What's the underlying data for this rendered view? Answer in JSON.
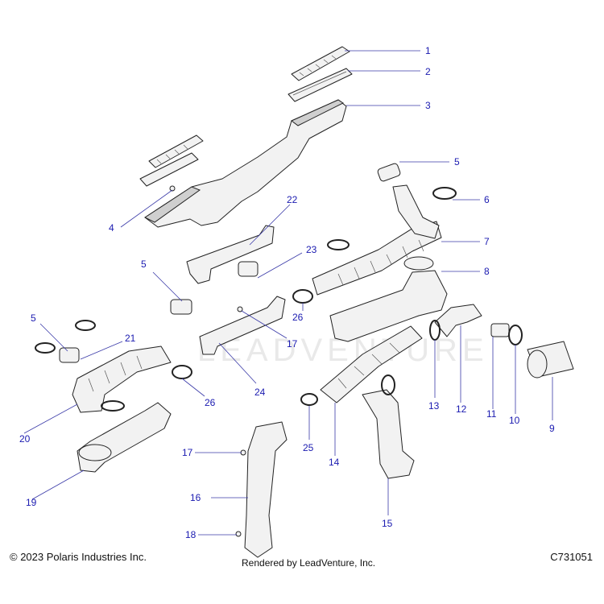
{
  "callouts": [
    {
      "id": "1",
      "label": "1"
    },
    {
      "id": "2",
      "label": "2"
    },
    {
      "id": "3",
      "label": "3"
    },
    {
      "id": "4",
      "label": "4"
    },
    {
      "id": "5a",
      "label": "5"
    },
    {
      "id": "5b",
      "label": "5"
    },
    {
      "id": "5c",
      "label": "5"
    },
    {
      "id": "6",
      "label": "6"
    },
    {
      "id": "7",
      "label": "7"
    },
    {
      "id": "8",
      "label": "8"
    },
    {
      "id": "9",
      "label": "9"
    },
    {
      "id": "10",
      "label": "10"
    },
    {
      "id": "11",
      "label": "11"
    },
    {
      "id": "12",
      "label": "12"
    },
    {
      "id": "13",
      "label": "13"
    },
    {
      "id": "14",
      "label": "14"
    },
    {
      "id": "15",
      "label": "15"
    },
    {
      "id": "16",
      "label": "16"
    },
    {
      "id": "17a",
      "label": "17"
    },
    {
      "id": "17b",
      "label": "17"
    },
    {
      "id": "18",
      "label": "18"
    },
    {
      "id": "19",
      "label": "19"
    },
    {
      "id": "20",
      "label": "20"
    },
    {
      "id": "21",
      "label": "21"
    },
    {
      "id": "22",
      "label": "22"
    },
    {
      "id": "23",
      "label": "23"
    },
    {
      "id": "24",
      "label": "24"
    },
    {
      "id": "25",
      "label": "25"
    },
    {
      "id": "26a",
      "label": "26"
    },
    {
      "id": "26b",
      "label": "26"
    }
  ],
  "footer": {
    "copyright": "© 2023 Polaris Industries Inc.",
    "rendered_by": "Rendered by LeadVenture, Inc.",
    "diagram_code": "C731051"
  },
  "watermark": {
    "text": "LEADVENTURE"
  },
  "colors": {
    "callout_text": "#1a1ab0",
    "leader_line": "#3a3aa8",
    "part_fill": "#f2f2f2",
    "outline": "#222222"
  }
}
